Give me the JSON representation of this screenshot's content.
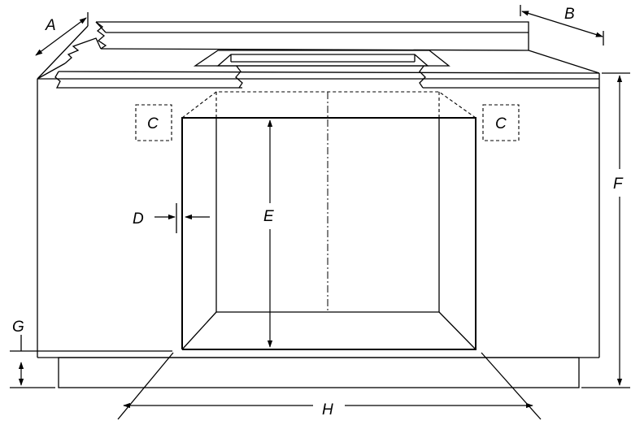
{
  "labels": {
    "a": "A",
    "b": "B",
    "c_left": "C",
    "c_right": "C",
    "d": "D",
    "e": "E",
    "f": "F",
    "g": "G",
    "h": "H"
  }
}
